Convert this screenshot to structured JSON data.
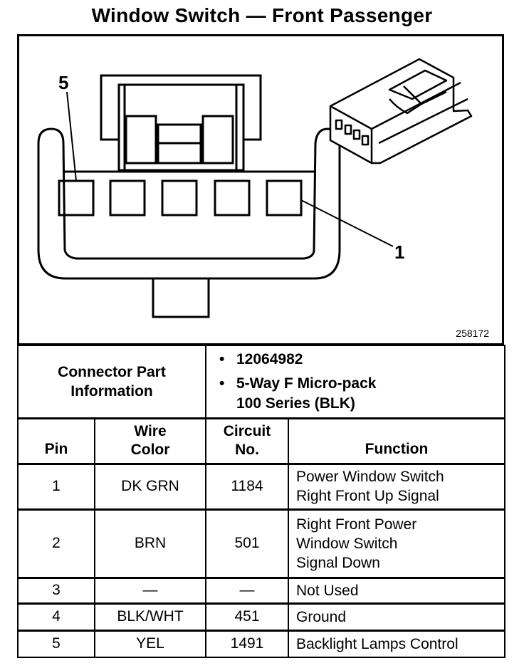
{
  "title": "Window Switch — Front Passenger",
  "figure": {
    "callout_top": "5",
    "callout_right": "1",
    "figure_id": "258172"
  },
  "connector_info": {
    "label_line1": "Connector Part",
    "label_line2": "Information",
    "part_number": "12064982",
    "description_line1": "5-Way F Micro-pack",
    "description_line2": "100 Series (BLK)"
  },
  "table": {
    "headers": {
      "pin": "Pin",
      "wire_line1": "Wire",
      "wire_line2": "Color",
      "circuit_line1": "Circuit",
      "circuit_line2": "No.",
      "function": "Function"
    },
    "rows": [
      {
        "pin": "1",
        "wire": "DK GRN",
        "circuit": "1184",
        "function_lines": [
          "Power Window Switch",
          "Right Front Up Signal"
        ]
      },
      {
        "pin": "2",
        "wire": "BRN",
        "circuit": "501",
        "function_lines": [
          "Right Front Power",
          "Window Switch",
          "Signal Down"
        ]
      },
      {
        "pin": "3",
        "wire": "—",
        "circuit": "—",
        "function_lines": [
          "Not Used"
        ]
      },
      {
        "pin": "4",
        "wire": "BLK/WHT",
        "circuit": "451",
        "function_lines": [
          "Ground"
        ]
      },
      {
        "pin": "5",
        "wire": "YEL",
        "circuit": "1491",
        "function_lines": [
          "Backlight Lamps Control"
        ]
      }
    ]
  }
}
